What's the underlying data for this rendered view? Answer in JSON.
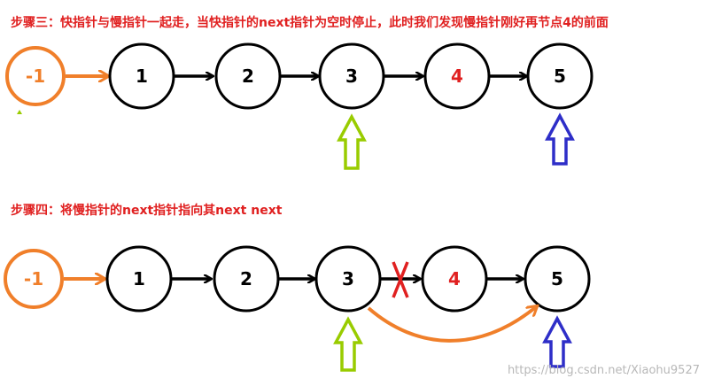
{
  "colors": {
    "title": "#e02020",
    "head": "#f07f2a",
    "node_stroke": "#000000",
    "target": "#e02020",
    "slow_pointer": "#99cc00",
    "fast_pointer": "#2e2ec8",
    "cross": "#e02020",
    "watermark": "#b8b8b8"
  },
  "step3": {
    "text": "步骤三：快指针与慢指针一起走，当快指针的next指针为空时停止，此时我们发现慢指针刚好再节点4的前面",
    "nodes": [
      "-1",
      "1",
      "2",
      "3",
      "4",
      "5"
    ]
  },
  "step4": {
    "text": "步骤四：将慢指针的next指针指向其next next",
    "nodes": [
      "-1",
      "1",
      "2",
      "3",
      "4",
      "5"
    ]
  },
  "watermark": "https://blog.csdn.net/Xiaohu9527"
}
